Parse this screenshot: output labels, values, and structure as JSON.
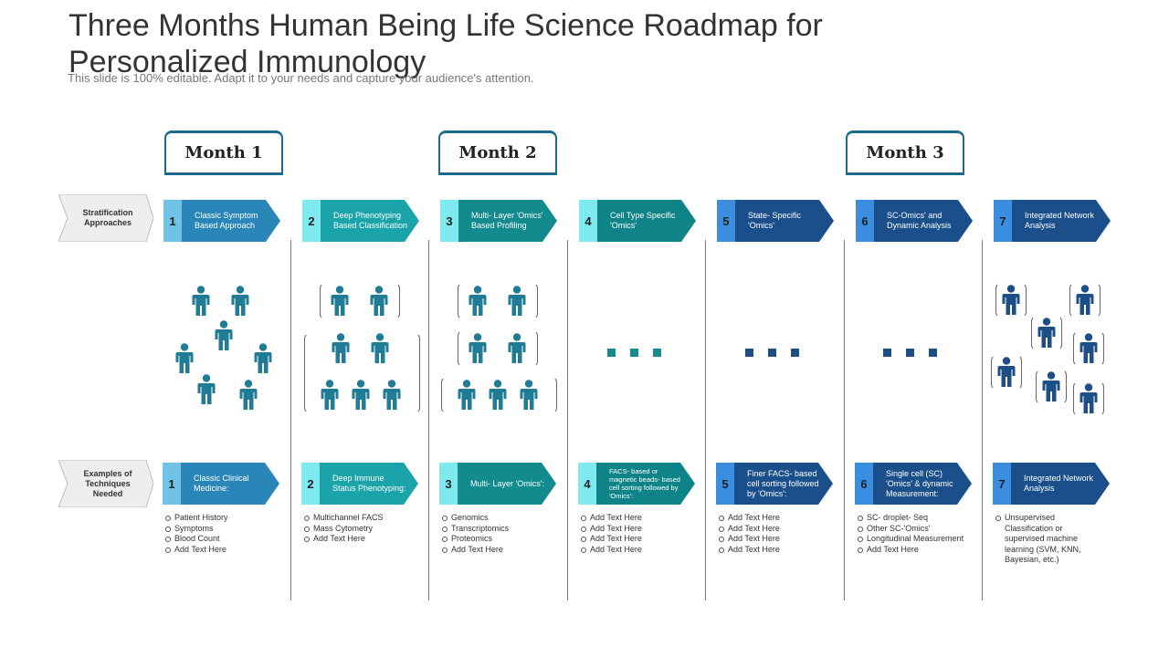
{
  "header": {
    "title": "Three Months Human Being Life Science Roadmap for Personalized  Immunology",
    "subtitle": "This slide is 100% editable. Adapt it to your needs and capture your audience's attention."
  },
  "months": [
    "Month 1",
    "Month 2",
    "Month 3"
  ],
  "row_labels": {
    "stratification": "Stratification Approaches",
    "examples": "Examples of Techniques Needed"
  },
  "stages": [
    {
      "num": "1",
      "label": "Classic Symptom Based Approach"
    },
    {
      "num": "2",
      "label": "Deep Phenotyping Based Classification"
    },
    {
      "num": "3",
      "label": "Multi- Layer 'Omics' Based Profiling"
    },
    {
      "num": "4",
      "label": "Cell Type Specific 'Omics'"
    },
    {
      "num": "5",
      "label": "State- Specific 'Omics'"
    },
    {
      "num": "6",
      "label": "SC-Omics' and Dynamic Analysis"
    },
    {
      "num": "7",
      "label": "Integrated Network Analysis"
    }
  ],
  "techniques": [
    {
      "num": "1",
      "label": "Classic Clinical Medicine:"
    },
    {
      "num": "2",
      "label": "Deep Immune Status Phenotyping:"
    },
    {
      "num": "3",
      "label": "Multi- Layer 'Omics':"
    },
    {
      "num": "4",
      "label": "FACS- based or magnetic beads- based cell sorting followed by 'Omics':"
    },
    {
      "num": "5",
      "label": "Finer FACS- based cell sorting followed by 'Omics':"
    },
    {
      "num": "6",
      "label": "Single cell (SC) 'Omics' & dynamic Measurement:"
    },
    {
      "num": "7",
      "label": "Integrated Network Analysis"
    }
  ],
  "bullet_lists": [
    [
      "Patient History",
      "Symptoms",
      "Blood Count",
      "Add Text Here"
    ],
    [
      "Multichannel FACS",
      "Mass Cytometry",
      "Add Text Here"
    ],
    [
      "Genomics",
      "Transcriptomics",
      "Proteomics",
      "Add Text Here"
    ],
    [
      "Add Text Here",
      "Add Text Here",
      "Add Text Here",
      "Add Text Here"
    ],
    [
      "Add Text Here",
      "Add Text Here",
      "Add Text Here",
      "Add Text Here"
    ],
    [
      "SC- droplet- Seq",
      "Other SC-'Omics'",
      "Longitudinal Measurement",
      "Add Text Here"
    ],
    [
      "Unsupervised Classification or supervised machine learning (SVM, KNN, Bayesian, etc.)"
    ]
  ],
  "colors": {
    "c1_light": "#6fc3e6",
    "c1_dark": "#2a86b8",
    "c2_light": "#7ee9ee",
    "c2_dark": "#1aa3a8",
    "c3_light": "#7ee9ee",
    "c3_dark": "#128a8e",
    "c4_light": "#7ee9ee",
    "c4_dark": "#0f8488",
    "c5_light": "#3b8de0",
    "c5_dark": "#1a4f8c",
    "c6_light": "#3b8de0",
    "c6_dark": "#1a4f8c",
    "c7_light": "#3b8de0",
    "c7_dark": "#1a4f8c",
    "person_teal": "#1f7c94",
    "person_blue": "#1d4f86",
    "dots_teal": "#178a8e",
    "dots_blue": "#1d4f86"
  }
}
